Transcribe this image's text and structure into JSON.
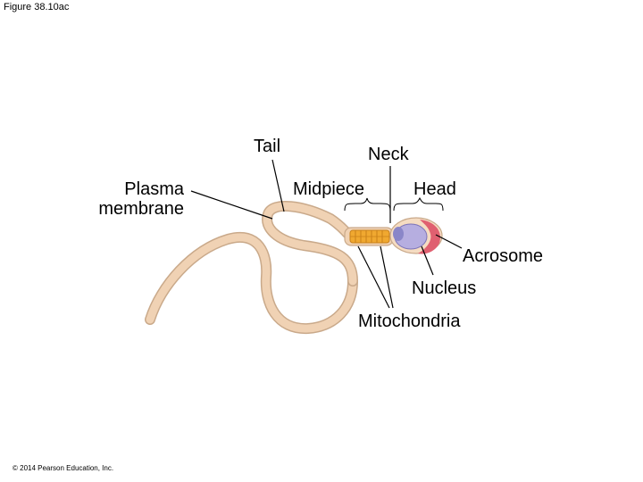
{
  "figure_label": "Figure 38.10ac",
  "copyright": "© 2014 Pearson Education, Inc.",
  "labels": {
    "plasma_line1": "Plasma",
    "plasma_line2": "membrane",
    "tail": "Tail",
    "neck": "Neck",
    "midpiece": "Midpiece",
    "head": "Head",
    "acrosome": "Acrosome",
    "nucleus": "Nucleus",
    "mitochondria": "Mitochondria"
  },
  "colors": {
    "tail_fill": "#f0d2b4",
    "tail_outline": "#c9a98a",
    "mitochondria": "#f0a830",
    "nucleus": "#b6aee0",
    "acrosome": "#e06070",
    "head_body": "#f5dcc2"
  }
}
